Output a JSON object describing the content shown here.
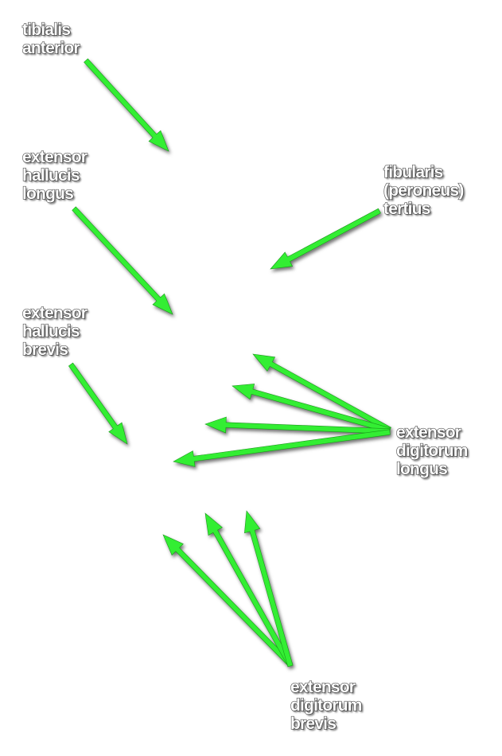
{
  "colors": {
    "arrow": "#33ee33",
    "label_fill": "#ffffff",
    "label_outline": "#555555"
  },
  "labels": {
    "tibialis_anterior": [
      "tibialis",
      "anterior"
    ],
    "extensor_hallucis_longus": [
      "extensor",
      "hallucis",
      "longus"
    ],
    "fibularis_tertius": [
      "fibularis",
      "(peroneus)",
      "tertius"
    ],
    "extensor_hallucis_brevis": [
      "extensor",
      "hallucis",
      "brevis"
    ],
    "extensor_digitorum_longus": [
      "extensor",
      "digitorum",
      "longus"
    ],
    "extensor_digitorum_brevis": [
      "extensor",
      "digitorum",
      "brevis"
    ]
  }
}
